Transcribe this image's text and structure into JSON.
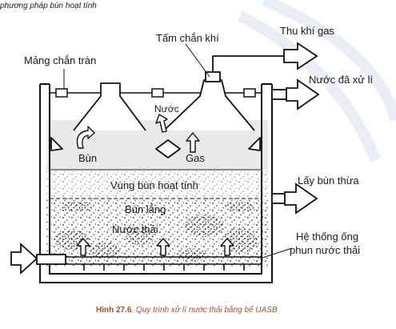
{
  "header_text": "phương pháp bùn hoạt tính",
  "labels": {
    "overflow_weir": "Mảng chắn tràn",
    "gas_baffle": "Tấm chắn khí",
    "gas_collection": "Thu khí gas",
    "treated_water": "Nước đã xử lí",
    "water": "Nước",
    "sludge": "Bùn",
    "gas": "Gas",
    "activated_sludge_zone": "Vùng bùn hoạt tính",
    "settled_sludge": "Bùn lắng",
    "wastewater": "Nước thải",
    "excess_sludge": "Lấy bùn thừa",
    "spray_system_line1": "Hệ thống ống",
    "spray_system_line2": "phun nước thải"
  },
  "caption": {
    "number": "Hình 27.6",
    "text": ". Quy trình xử lí nước thải bằng bể UASB"
  }
}
